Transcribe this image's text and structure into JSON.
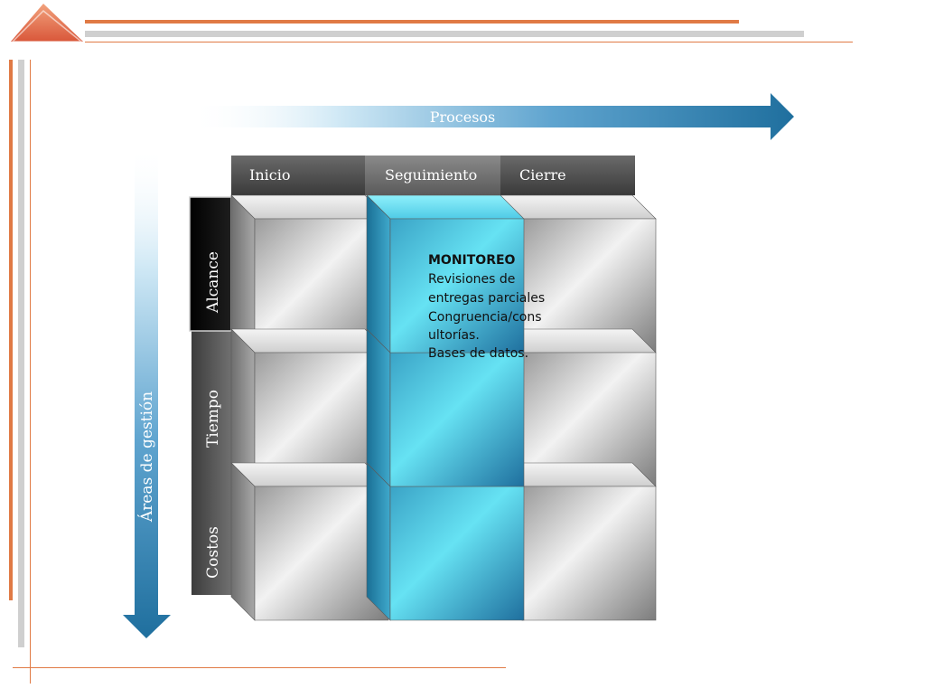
{
  "colors": {
    "accent_orange": "#e07a45",
    "rule_grey": "#cfcfcf",
    "arrow_blue": "#1f6f9e",
    "highlight_cyan": "#5ed6ec"
  },
  "processes": {
    "arrow_label": "Procesos",
    "columns": [
      "Inicio",
      "Seguimiento",
      "Cierre"
    ]
  },
  "management_areas": {
    "arrow_label": "Áreas de gestión",
    "rows": [
      "Alcance",
      "Tiempo",
      "Costos"
    ],
    "selected": "Alcance"
  },
  "highlight": {
    "column": "Seguimiento",
    "title": "MONITOREO",
    "lines": [
      "Revisiones de",
      "entregas parciales",
      "Congruencia/cons",
      "ultorías.",
      "Bases de datos."
    ]
  }
}
